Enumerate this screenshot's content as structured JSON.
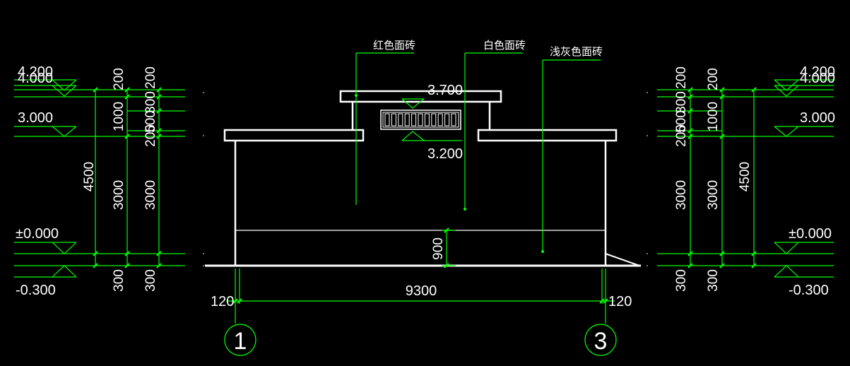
{
  "colors": {
    "background": "#000000",
    "lines": "#00ff00",
    "outline": "#ffffff"
  },
  "elev": {
    "e4200": "4.200",
    "e4000": "4.000",
    "e3000": "3.000",
    "e0000": "±0.000",
    "em300": "-0.300"
  },
  "dims": {
    "d200": "200",
    "d300": "300",
    "d500": "500",
    "d1000": "1000",
    "d3000": "3000",
    "d4500": "4500",
    "d900": "900",
    "d120": "120",
    "d9300": "9300"
  },
  "labels": {
    "red_tile": "红色面砖",
    "white_tile": "白色面砖",
    "light_grey_tile": "浅灰色面砖",
    "level_3700": "3.700",
    "level_3200": "3.200"
  },
  "axes": {
    "axis_1": "1",
    "axis_3": "3"
  }
}
